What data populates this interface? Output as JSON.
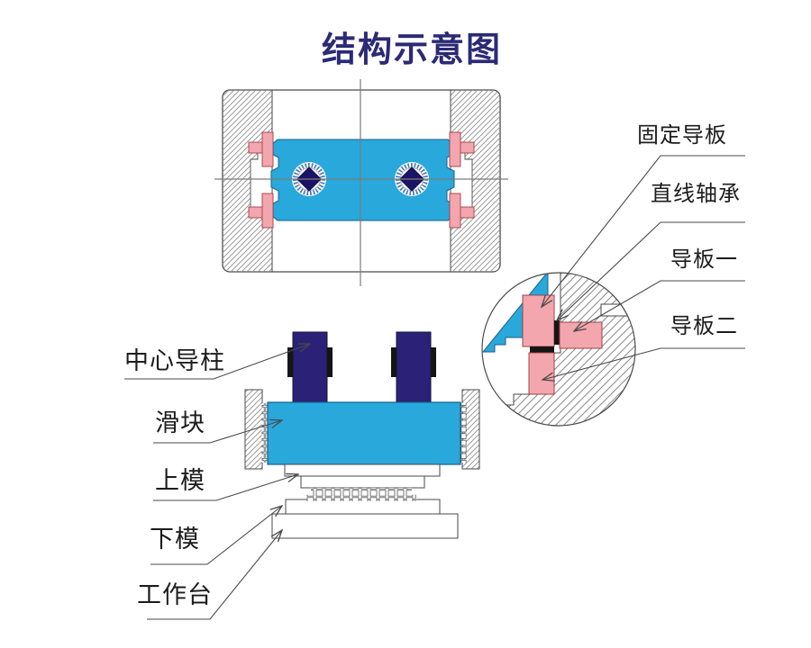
{
  "title": "结构示意图",
  "colors": {
    "title": "#2b2a75",
    "cyan": "#29a8dc",
    "cyan_border": "#1c5f85",
    "navy": "#2b2177",
    "diamond": "#1b1464",
    "tick": "#4576b8",
    "pink": "#f3a6ad",
    "pink_border": "#a04048",
    "line": "#4a4a4a",
    "centerline": "#7c7c7c",
    "hatch": "#8f8f8f",
    "black_part": "#151515"
  },
  "labels": {
    "left": [
      {
        "id": "center-guide-column",
        "text": "中心导柱"
      },
      {
        "id": "slider",
        "text": "滑块"
      },
      {
        "id": "upper-die",
        "text": "上模"
      },
      {
        "id": "lower-die",
        "text": "下模"
      },
      {
        "id": "worktable",
        "text": "工作台"
      }
    ],
    "right": [
      {
        "id": "fixed-guide-plate",
        "text": "固定导板"
      },
      {
        "id": "linear-bearing",
        "text": "直线轴承"
      },
      {
        "id": "guide-plate-1",
        "text": "导板一"
      },
      {
        "id": "guide-plate-2",
        "text": "导板二"
      }
    ]
  }
}
